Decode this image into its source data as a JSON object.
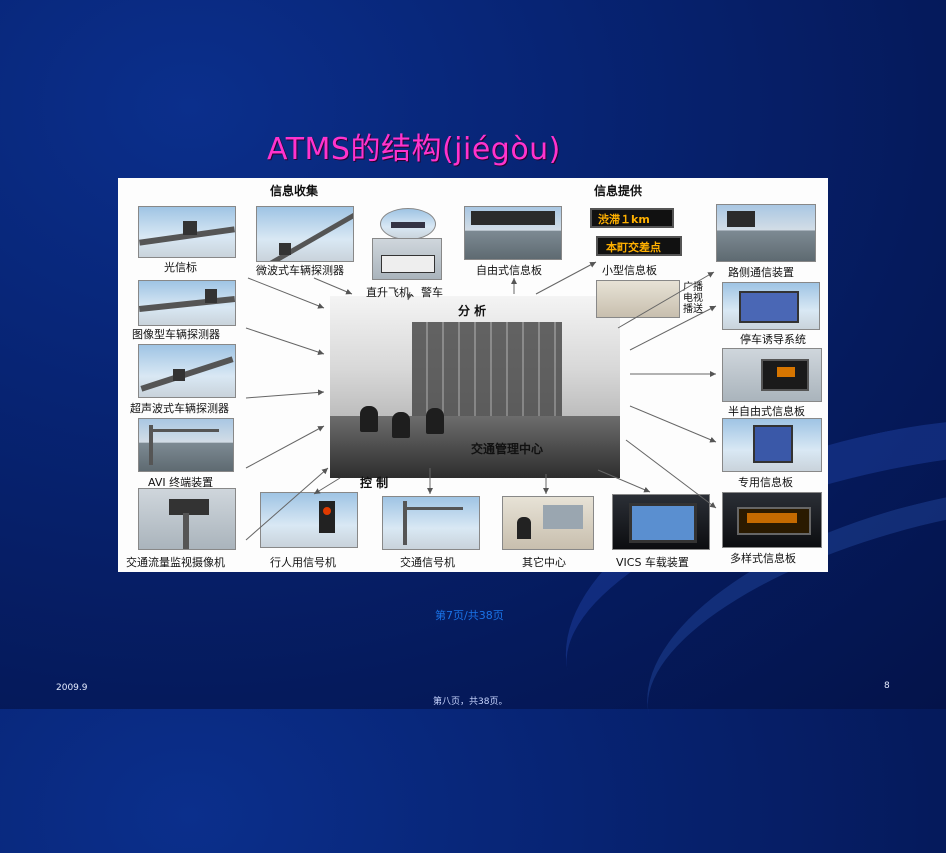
{
  "slide": {
    "title": "ATMS的结构(jiégòu)",
    "page_indicator": "第7页/共38页",
    "date": "2009.9",
    "slide_number": "8",
    "footer": "第八页，共38页。"
  },
  "diagram": {
    "headers": {
      "collect": "信息收集",
      "provide": "信息提供",
      "analysis": "分 析",
      "control": "控 制",
      "center": "交通管理中心"
    },
    "left": [
      "光信标",
      "图像型车辆探测器",
      "超声波式车辆探测器",
      "AVI 终端装置",
      "交通流量监视摄像机"
    ],
    "top": [
      "微波式车辆探测器",
      "直升飞机、警车",
      "自由式信息板",
      "小型信息板"
    ],
    "vms_lines": [
      "渋滞１km",
      "本町交差点"
    ],
    "broadcast": "广播电视播送",
    "right": [
      "路侧通信装置",
      "停车诱导系统",
      "半自由式信息板",
      "专用信息板",
      "多样式信息板"
    ],
    "bottom": [
      "行人用信号机",
      "交通信号机",
      "其它中心",
      "VICS 车载装置"
    ]
  },
  "colors": {
    "title": "#ff33cc",
    "background": "#072474",
    "page_indicator": "#1a73e8"
  }
}
